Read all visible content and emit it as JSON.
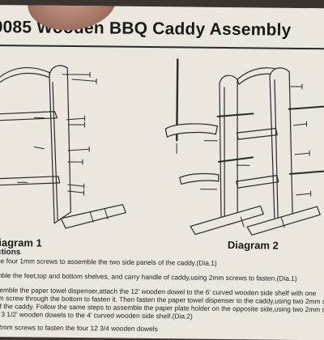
{
  "title": "0085 Wooden BBQ Caddy Assembly",
  "diagrams": [
    {
      "label": "Diagram 1"
    },
    {
      "label": "Diagram 2"
    }
  ],
  "instructions_label": "uctions",
  "steps": [
    "e the four 1mm screws to assemble the two side panels of the caddy.(Dia.1)",
    "semble the feet,top and bottom shelves, and carry handle of caddy,using 2mm screws to fasten.(Dia.1)",
    "assemble the paper towel dispenser,attach the 12' wooden dowel to the 6' curved wooden side shelf with one",
    "2mm screw through the bottom to fasten it. Then fasten the paper towel dispenser to the caddy,using two 2mm s",
    "le of the caddy. Follow the same steps to assemble the paper plate holder on the opposite side,using two 2mm sc",
    "two 3 1/2' wooden dowels to the 4' curved wooden side shelf.(Dia.2)",
    "se 2mm screws to fasten the four 12 3/4 wooden dowels"
  ]
}
